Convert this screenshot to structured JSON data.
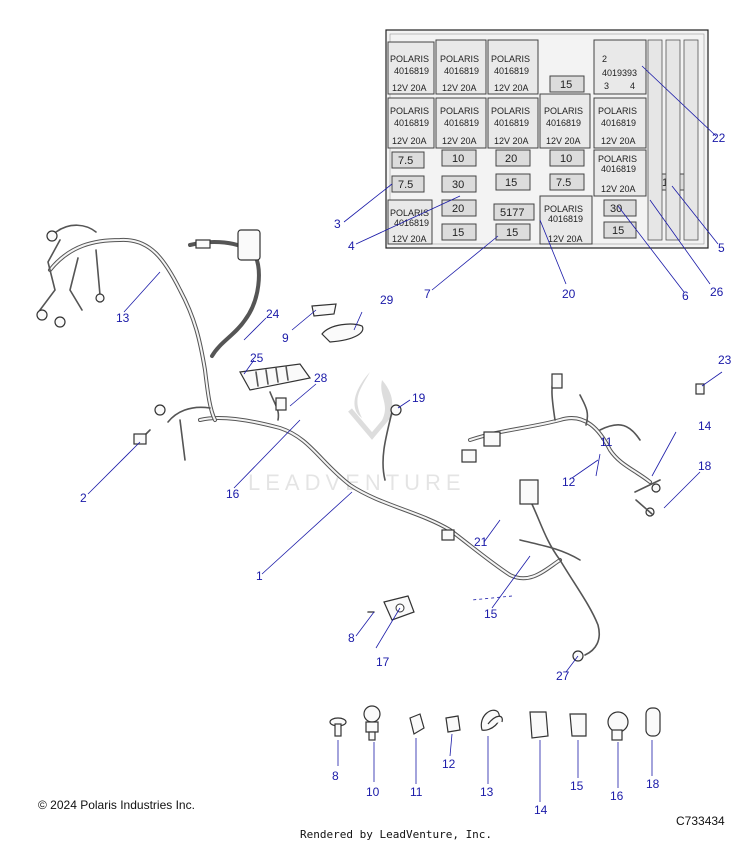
{
  "copyright": "© 2024 Polaris Industries Inc.",
  "drawing_code": "C733434",
  "rendered_by": "Rendered by LeadVenture, Inc.",
  "watermark": "LEADVENTURE",
  "relay": {
    "brand": "POLARIS",
    "part": "4016819",
    "rating": "12V 20A"
  },
  "special_relay": {
    "code": "4019393",
    "pins": [
      "2",
      "3",
      "4"
    ]
  },
  "fuses": [
    "7.5",
    "10",
    "20",
    "10",
    "30",
    "15",
    "7.5",
    "7.5",
    "20",
    "15",
    "15",
    "30",
    "10",
    "15",
    "15",
    "5177"
  ],
  "callouts": [
    "1",
    "2",
    "3",
    "4",
    "5",
    "6",
    "7",
    "8",
    "8",
    "9",
    "10",
    "11",
    "11",
    "12",
    "12",
    "13",
    "13",
    "14",
    "14",
    "15",
    "15",
    "16",
    "16",
    "17",
    "18",
    "18",
    "19",
    "20",
    "21",
    "22",
    "23",
    "24",
    "25",
    "26",
    "27",
    "28",
    "29"
  ],
  "icons": [
    "fuse-box-icon",
    "wire-harness-icon",
    "push-rivet-icon",
    "clip-icon",
    "cable-tie-icon",
    "cap-icon"
  ]
}
